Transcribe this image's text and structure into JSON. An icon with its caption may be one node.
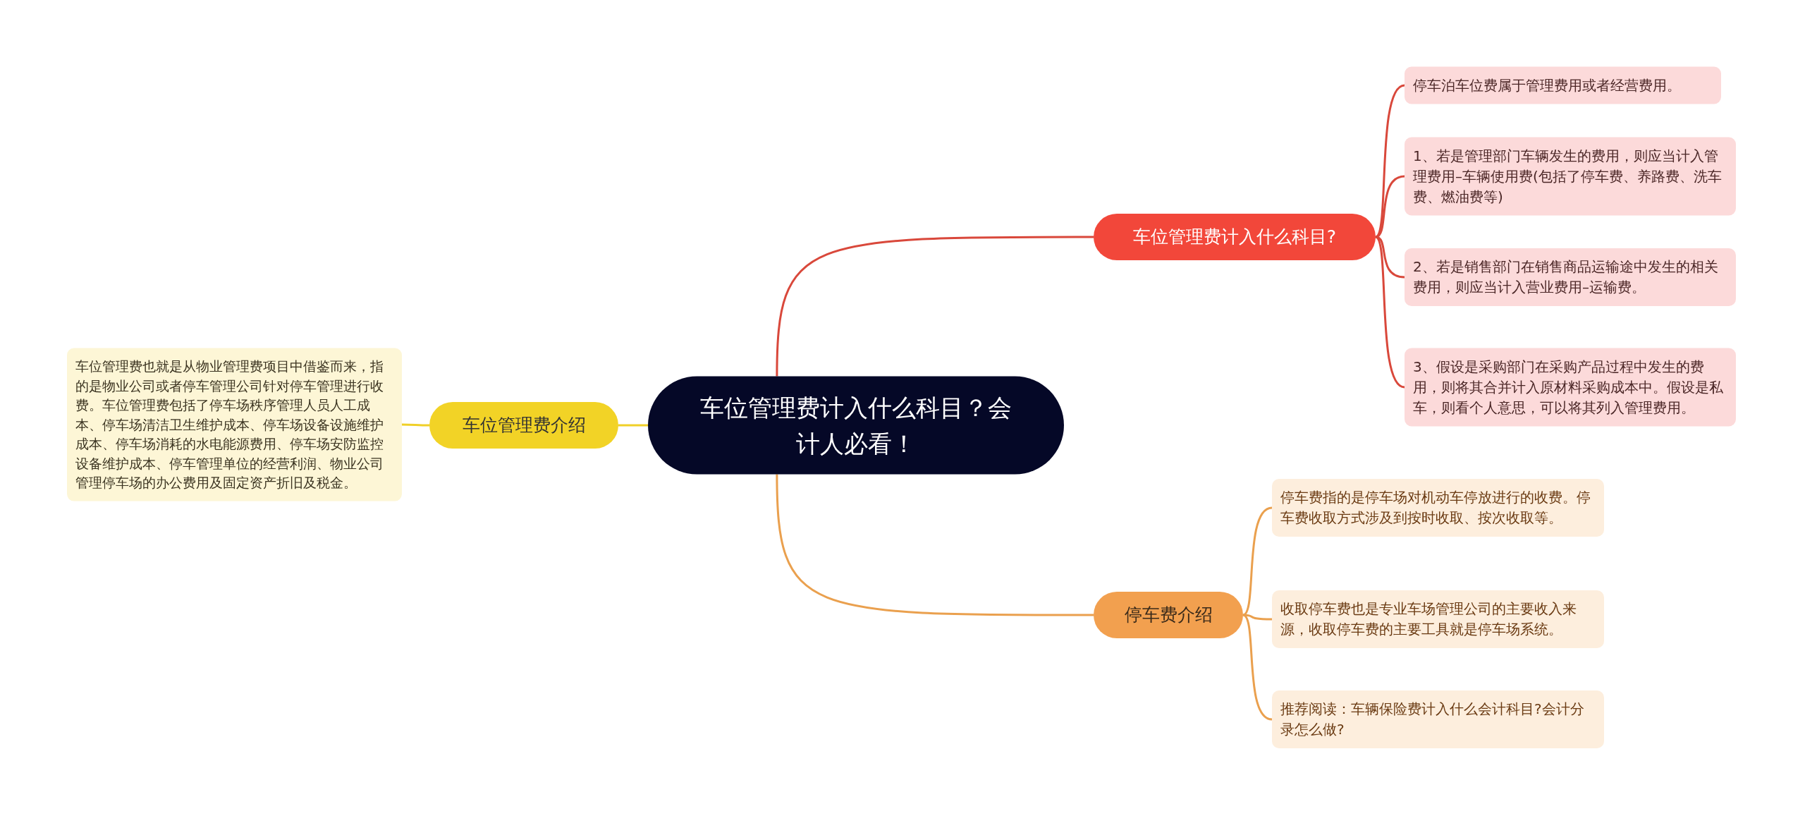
{
  "diagram": {
    "nodes": [
      {
        "text": [
          "车位管理费计入什么科目？会计人必看！"
        ]
      },
      {
        "text": [
          "车位管理费介绍"
        ]
      },
      {
        "text": [
          "车位管理费也就是从物业管理费项目中借鉴而来，指的是物业公司或者停车管理公司针对停车管理进行收费。车位管理费包括了停车场秩序管理人员人工成本、停车场清洁卫生维护成本、停车场设备设施维护成本、停车场消耗的水电能源费用、停车场安防监控设备维护成本、停车管理单位的经营利润、物业公司管理停车场的办公费用及固定资产折旧及税金。"
        ]
      },
      {
        "text": [
          "车位管理费计入什么科目?"
        ]
      },
      {
        "text": [
          "停车泊车位费属于管理费用或者经营费用。"
        ]
      },
      {
        "text": [
          "1、若是管理部门车辆发生的费用，则应当计入管理费用–车辆使用费(包括了停车费、养路费、洗车费、燃油费等)"
        ]
      },
      {
        "text": [
          "2、若是销售部门在销售商品运输途中发生的相关费用，则应当计入营业费用–运输费。"
        ]
      },
      {
        "text": [
          "3、假设是采购部门在采购产品过程中发生的费用，则将其合并计入原材料采购成本中。假设是私车，则看个人意思，可以将其列入管理费用。"
        ]
      },
      {
        "text": [
          "停车费介绍"
        ]
      },
      {
        "text": [
          "停车费指的是停车场对机动车停放进行的收费。停车费收取方式涉及到按时收取、按次收取等。"
        ]
      },
      {
        "text": [
          "收取停车费也是专业车场管理公司的主要收入来源，收取停车费的主要工具就是停车场系统。"
        ]
      },
      {
        "text": [
          "推荐阅读：车辆保险费计入什么会计科目?会计分录怎么做?"
        ]
      }
    ],
    "edges": [
      {
        "from": 0,
        "to": 1,
        "arrow": "none",
        "color": "#f0d028"
      },
      {
        "from": 1,
        "to": 2,
        "arrow": "none",
        "color": "#f0d028"
      },
      {
        "from": 0,
        "to": 3,
        "arrow": "none",
        "color": "#d9483b"
      },
      {
        "from": 3,
        "to": 4,
        "arrow": "none",
        "color": "#d9483b"
      },
      {
        "from": 3,
        "to": 5,
        "arrow": "none",
        "color": "#d9483b"
      },
      {
        "from": 3,
        "to": 6,
        "arrow": "none",
        "color": "#d9483b"
      },
      {
        "from": 3,
        "to": 7,
        "arrow": "none",
        "color": "#d9483b"
      },
      {
        "from": 0,
        "to": 8,
        "arrow": "none",
        "color": "#eaa04e"
      },
      {
        "from": 8,
        "to": 9,
        "arrow": "none",
        "color": "#eaa04e"
      },
      {
        "from": 8,
        "to": 10,
        "arrow": "none",
        "color": "#eaa04e"
      },
      {
        "from": 8,
        "to": 11,
        "arrow": "none",
        "color": "#eaa04e"
      }
    ]
  }
}
